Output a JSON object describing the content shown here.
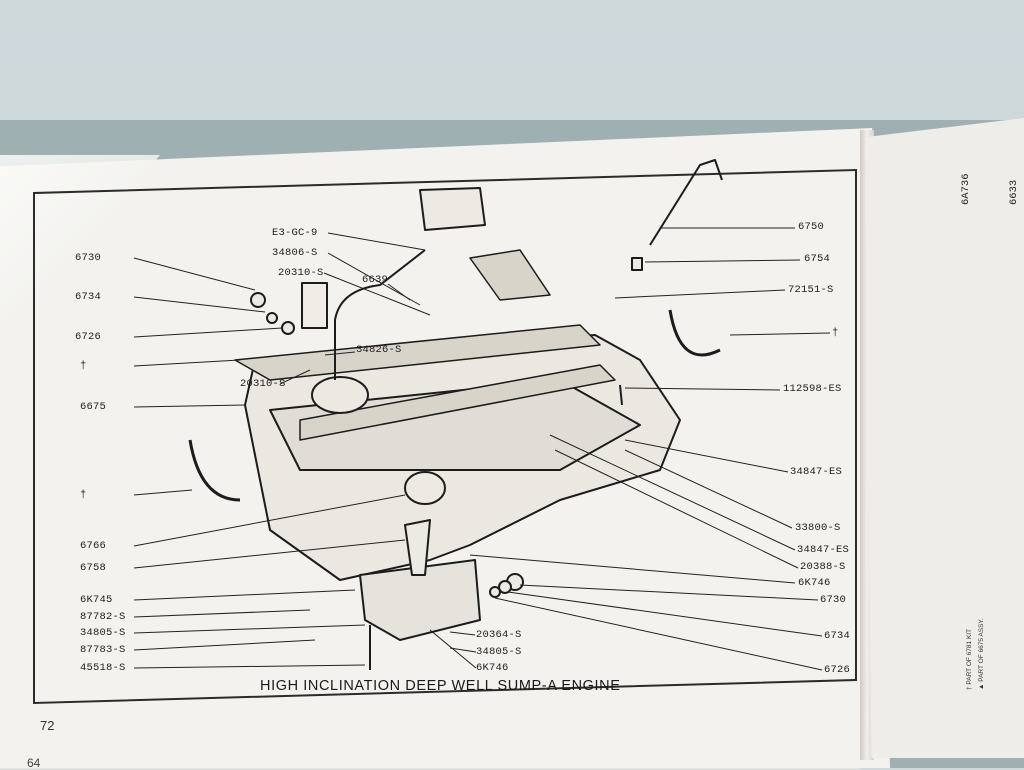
{
  "caption": "HIGH INCLINATION DEEP WELL SUMP-A ENGINE",
  "page_number": "72",
  "under_page_number": "64",
  "callouts": {
    "left": [
      "6730",
      "6734",
      "6726",
      "†",
      "20310-S",
      "6675",
      "†",
      "6766",
      "6758",
      "6K745",
      "87782-S",
      "34805-S",
      "87783-S",
      "45518-S"
    ],
    "center_top": [
      "E3-GC-9",
      "34806-S",
      "20310-S",
      "6639",
      "34826-S"
    ],
    "bottom_center": [
      "20364-S",
      "34805-S",
      "6K746"
    ],
    "right": [
      "6750",
      "6754",
      "72151-S",
      "†",
      "112598-ES",
      "34847-ES",
      "33800-S",
      "34847-ES",
      "20388-S",
      "6K746",
      "6730",
      "6734",
      "6726"
    ]
  },
  "right_page": {
    "labels": [
      "6A736",
      "6633"
    ],
    "footnotes": [
      "† PART OF 6781 KIT",
      "▲ PART OF 6675 ASSY."
    ]
  }
}
